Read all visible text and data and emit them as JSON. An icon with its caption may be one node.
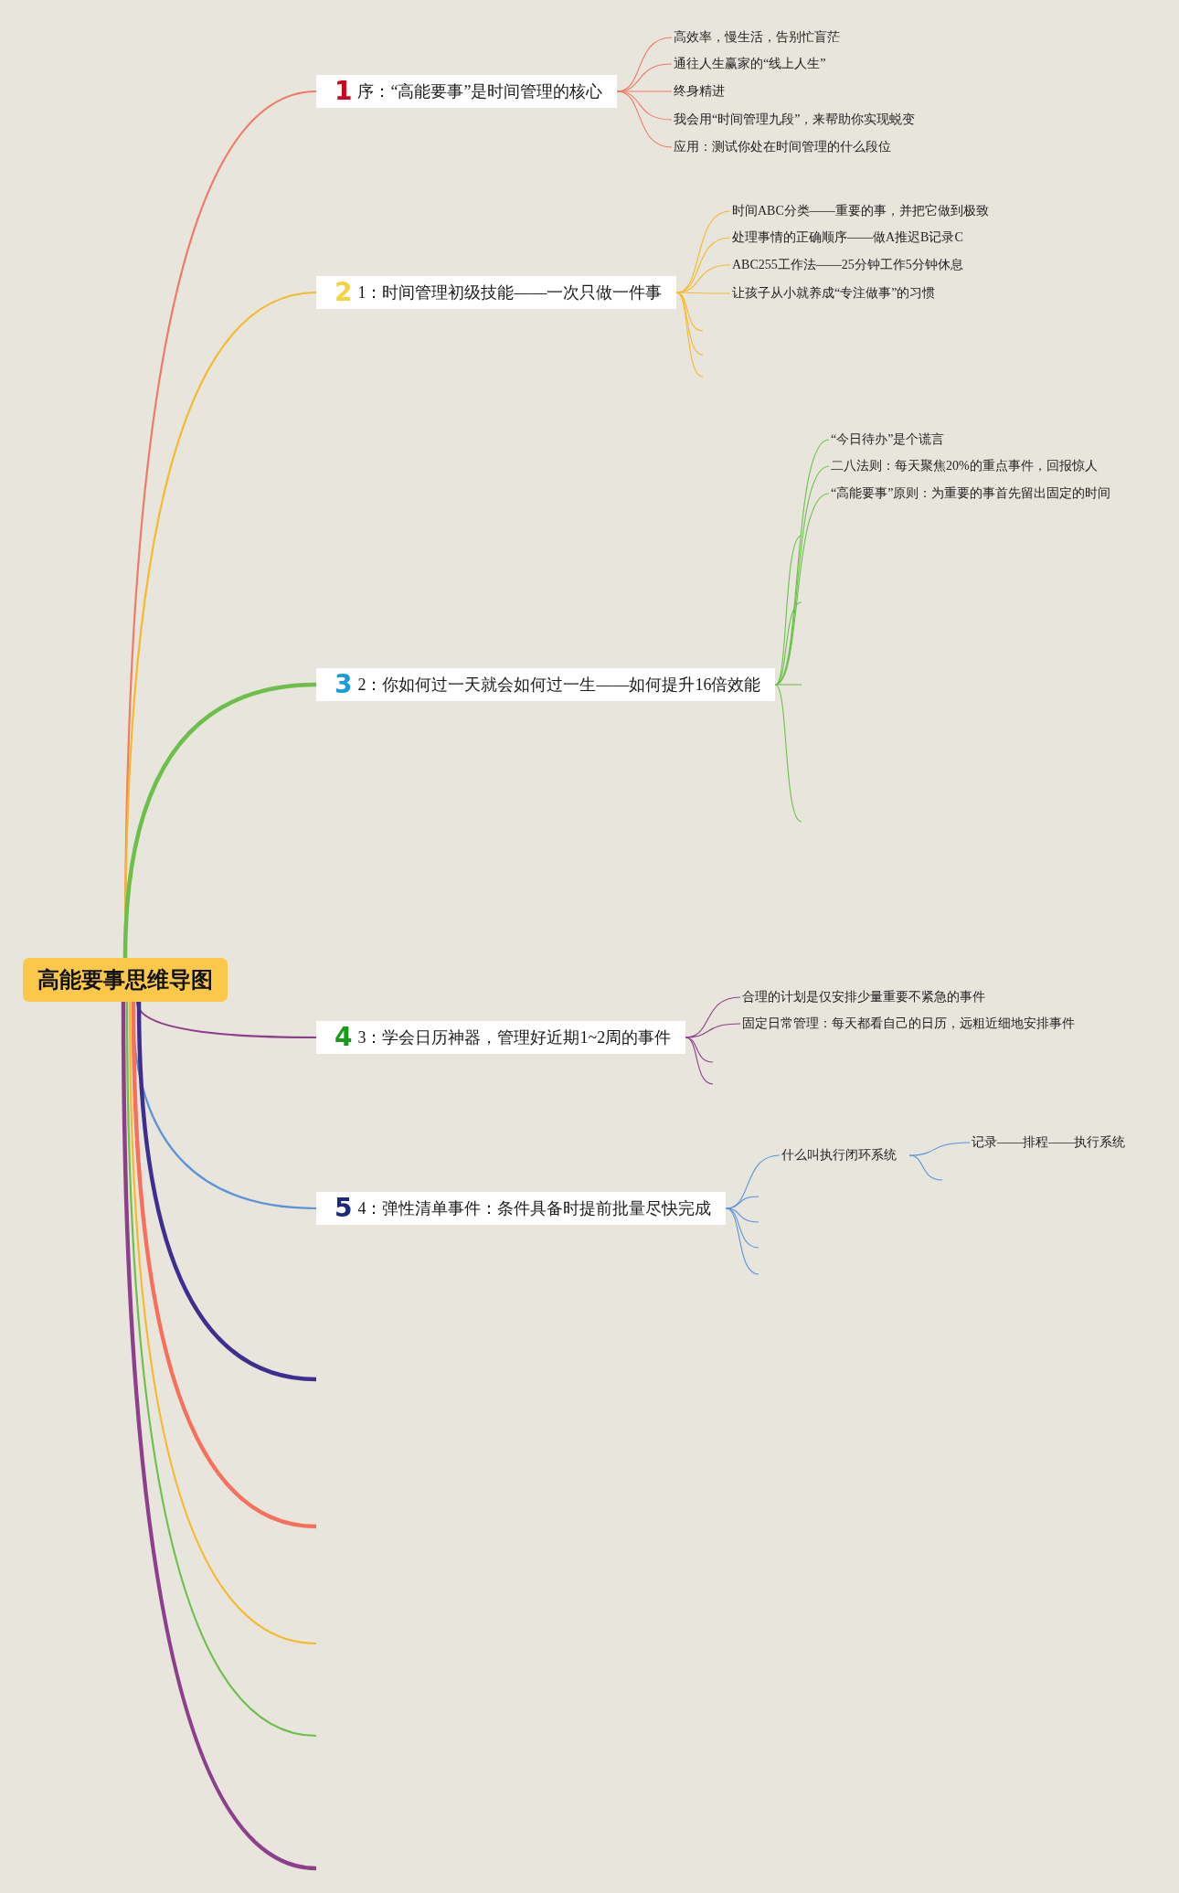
{
  "diagram": {
    "nodes": [
      {
        "text": [
          "高能要事思维导图"
        ]
      },
      {
        "text": [
          "1",
          "序：“高能要事”是时间管理的核心"
        ]
      },
      {
        "text": [
          "高效率，慢生活，告别忙盲茫"
        ]
      },
      {
        "text": [
          "通往人生赢家的“线上人生”"
        ]
      },
      {
        "text": [
          "终身精进"
        ]
      },
      {
        "text": [
          "我会用“时间管理九段”，来帮助你实现蜕变"
        ]
      },
      {
        "text": [
          "应用：测试你处在时间管理的什么段位"
        ]
      },
      {
        "text": [
          "2",
          "1：时间管理初级技能——一次只做一件事"
        ]
      },
      {
        "text": [
          "时间ABC分类——重要的事，并把它做到极致"
        ]
      },
      {
        "text": [
          "处理事情的正确顺序——做A推迟B记录C"
        ]
      },
      {
        "text": [
          "ABC255工作法——25分钟工作5分钟休息"
        ]
      },
      {
        "text": [
          "让孩子从小就养成“专注做事”的习惯"
        ]
      },
      {
        "text": [
          "3",
          "2：你如何过一天就会如何过一生——如何提升16倍效能"
        ]
      },
      {
        "text": [
          "“今日待办”是个谎言"
        ]
      },
      {
        "text": [
          "二八法则：每天聚焦20%的重点事件，回报惊人"
        ]
      },
      {
        "text": [
          "“高能要事”原则：为重要的事首先留出固定的时间"
        ]
      },
      {
        "text": [
          "4",
          "3：学会日历神器，管理好近期1~2周的事件"
        ]
      },
      {
        "text": [
          "合理的计划是仅安排少量重要不紧急的事件"
        ]
      },
      {
        "text": [
          "固定日常管理：每天都看自己的日历，远粗近细地安排事件"
        ]
      },
      {
        "text": [
          "5",
          "4：弹性清单事件：条件具备时提前批量尽快完成"
        ]
      },
      {
        "text": [
          "什么叫执行闭环系统"
        ]
      },
      {
        "text": [
          "记录——排程——执行系统"
        ]
      }
    ],
    "edges": [
      {
        "from": 0,
        "to": 1,
        "arrow": "none",
        "color": "#f07a66"
      },
      {
        "from": 0,
        "to": 7,
        "arrow": "none",
        "color": "#f6b92b"
      },
      {
        "from": 0,
        "to": 12,
        "arrow": "none",
        "color": "#6cc04a",
        "style": "thick"
      },
      {
        "from": 0,
        "to": 16,
        "arrow": "none",
        "color": "#8e3f8c"
      },
      {
        "from": 0,
        "to": 19,
        "arrow": "none",
        "color": "#5b92dc"
      },
      {
        "from": 0,
        "to": null,
        "arrow": "none",
        "color": "#3d2f8f",
        "style": "thick"
      },
      {
        "from": 0,
        "to": null,
        "arrow": "none",
        "color": "#f7705c",
        "style": "thick"
      },
      {
        "from": 0,
        "to": null,
        "arrow": "none",
        "color": "#f6b92b"
      },
      {
        "from": 0,
        "to": null,
        "arrow": "none",
        "color": "#6cc04a"
      },
      {
        "from": 0,
        "to": null,
        "arrow": "none",
        "color": "#8e3f8c",
        "style": "thick"
      },
      {
        "from": 1,
        "to": 2,
        "arrow": "none",
        "color": "#f07a66"
      },
      {
        "from": 1,
        "to": 3,
        "arrow": "none",
        "color": "#f07a66"
      },
      {
        "from": 1,
        "to": 4,
        "arrow": "none",
        "color": "#f07a66"
      },
      {
        "from": 1,
        "to": 5,
        "arrow": "none",
        "color": "#f07a66"
      },
      {
        "from": 1,
        "to": 6,
        "arrow": "none",
        "color": "#f07a66"
      },
      {
        "from": 7,
        "to": 8,
        "arrow": "none",
        "color": "#f6b92b"
      },
      {
        "from": 7,
        "to": 9,
        "arrow": "none",
        "color": "#f6b92b"
      },
      {
        "from": 7,
        "to": 10,
        "arrow": "none",
        "color": "#f6b92b"
      },
      {
        "from": 7,
        "to": 11,
        "arrow": "none",
        "color": "#f6b92b"
      },
      {
        "from": 7,
        "to": null,
        "arrow": "none",
        "color": "#f6b92b"
      },
      {
        "from": 7,
        "to": null,
        "arrow": "none",
        "color": "#f6b92b"
      },
      {
        "from": 7,
        "to": null,
        "arrow": "none",
        "color": "#f6b92b"
      },
      {
        "from": 12,
        "to": 13,
        "arrow": "none",
        "color": "#6cc04a"
      },
      {
        "from": 12,
        "to": 14,
        "arrow": "none",
        "color": "#6cc04a"
      },
      {
        "from": 12,
        "to": 15,
        "arrow": "none",
        "color": "#6cc04a"
      },
      {
        "from": 12,
        "to": null,
        "arrow": "none",
        "color": "#6cc04a"
      },
      {
        "from": 12,
        "to": null,
        "arrow": "none",
        "color": "#6cc04a"
      },
      {
        "from": 12,
        "to": null,
        "arrow": "none",
        "color": "#6cc04a"
      },
      {
        "from": 12,
        "to": null,
        "arrow": "none",
        "color": "#6cc04a"
      },
      {
        "from": 16,
        "to": 17,
        "arrow": "none",
        "color": "#8e3f8c"
      },
      {
        "from": 16,
        "to": 18,
        "arrow": "none",
        "color": "#8e3f8c"
      },
      {
        "from": 16,
        "to": null,
        "arrow": "none",
        "color": "#8e3f8c"
      },
      {
        "from": 16,
        "to": null,
        "arrow": "none",
        "color": "#8e3f8c"
      },
      {
        "from": 19,
        "to": 20,
        "arrow": "none",
        "color": "#5b92dc"
      },
      {
        "from": 19,
        "to": null,
        "arrow": "none",
        "color": "#5b92dc"
      },
      {
        "from": 19,
        "to": null,
        "arrow": "none",
        "color": "#5b92dc"
      },
      {
        "from": 19,
        "to": null,
        "arrow": "none",
        "color": "#5b92dc"
      },
      {
        "from": 19,
        "to": null,
        "arrow": "none",
        "color": "#5b92dc"
      },
      {
        "from": 20,
        "to": 21,
        "arrow": "none",
        "color": "#5b92dc"
      },
      {
        "from": 20,
        "to": null,
        "arrow": "none",
        "color": "#5b92dc"
      }
    ]
  }
}
